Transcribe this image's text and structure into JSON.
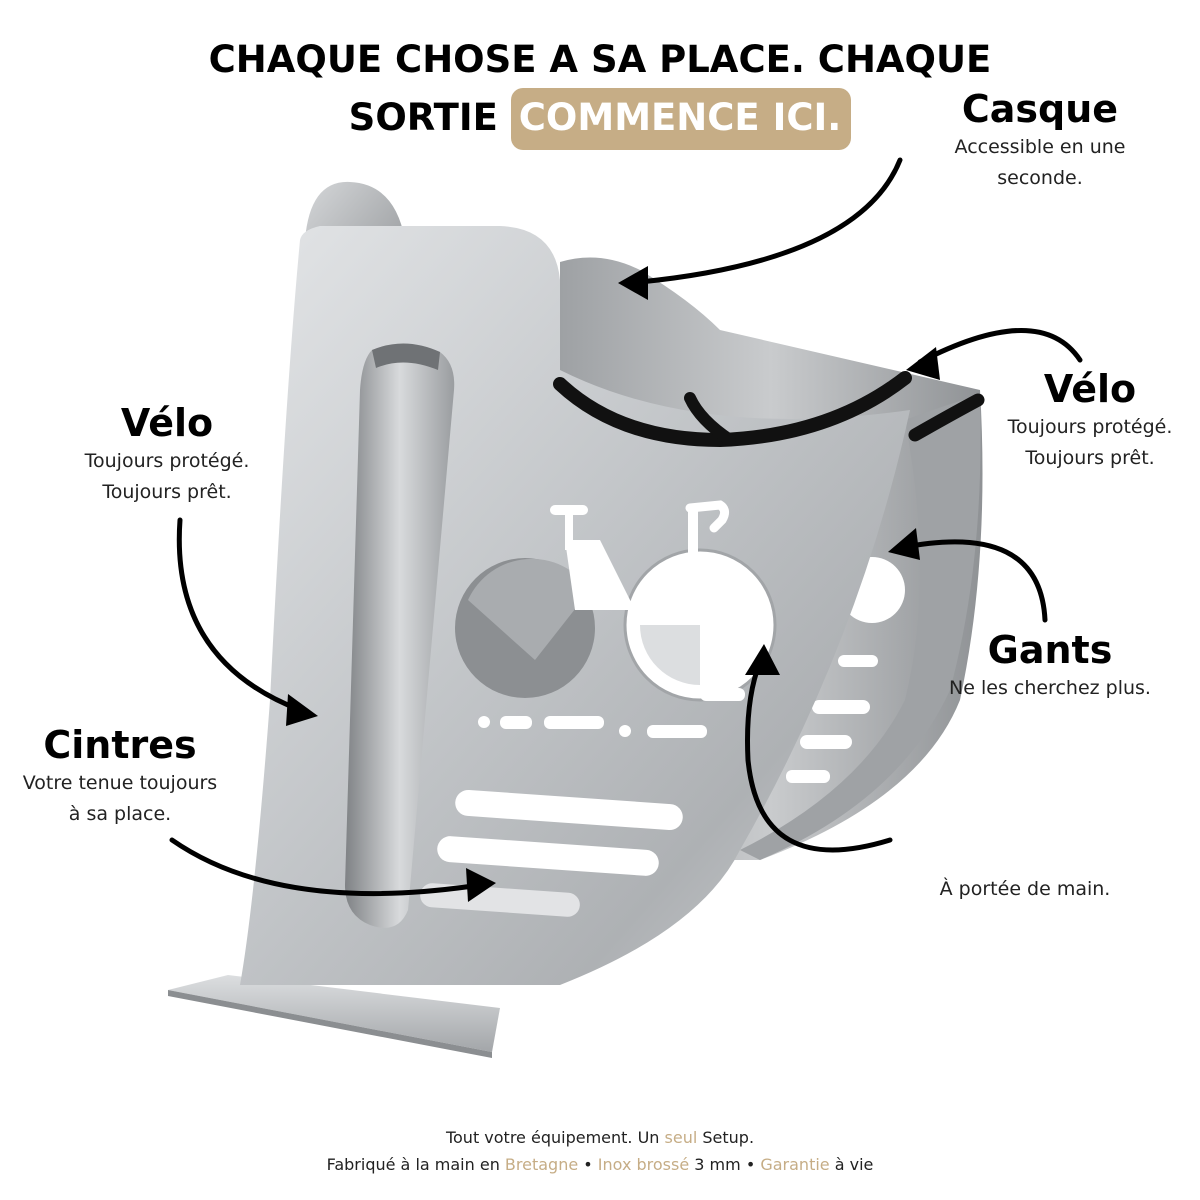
{
  "headline": {
    "line1": "CHAQUE CHOSE A SA PLACE. CHAQUE",
    "line2_prefix": "SORTIE",
    "line2_highlight": "COMMENCE ICI."
  },
  "labels": {
    "casque": {
      "title": "Casque",
      "desc_line1": "Accessible en une",
      "desc_line2": "seconde."
    },
    "velo_right": {
      "title": "Vélo",
      "desc_line1": "Toujours protégé.",
      "desc_line2": "Toujours prêt."
    },
    "velo_left": {
      "title": "Vélo",
      "desc_line1": "Toujours protégé.",
      "desc_line2": "Toujours prêt."
    },
    "gants": {
      "title": "Gants",
      "desc_line1": "Ne les cherchez plus."
    },
    "cintres": {
      "title": "Cintres",
      "desc_line1": "Votre tenue toujours",
      "desc_line2": "à sa place."
    },
    "portee": {
      "desc_line1": "À portée de main."
    }
  },
  "footer": {
    "line1_a": "Tout votre équipement. Un ",
    "line1_gold": "seul",
    "line1_b": " Setup.",
    "line2_a": "Fabriqué à la main en ",
    "line2_gold1": "Bretagne",
    "line2_sep1": " • ",
    "line2_gold2": "Inox brossé",
    "line2_b": " 3 mm • ",
    "line2_gold3": "Garantie",
    "line2_c": " à vie"
  },
  "colors": {
    "accent_gold": "#c6ad86",
    "text": "#000000",
    "steel": "#b9bcbf"
  }
}
